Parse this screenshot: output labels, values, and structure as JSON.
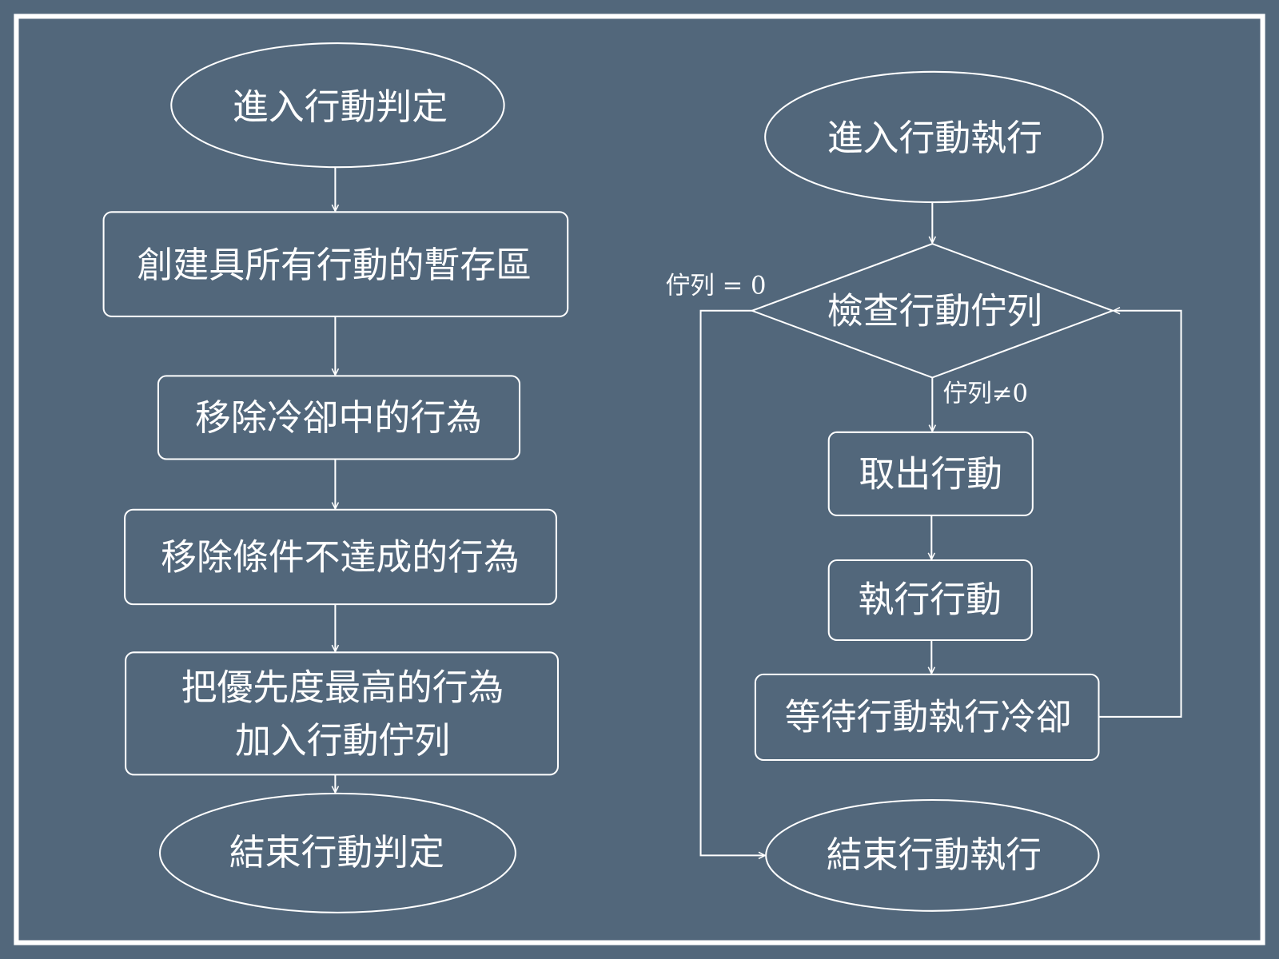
{
  "left_flow": {
    "start": "進入行動判定",
    "step1": "創建具所有行動的暫存區",
    "step2": "移除冷卻中的行為",
    "step3": "移除條件不達成的行為",
    "step4_line1": "把優先度最高的行為",
    "step4_line2": "加入行動佇列",
    "end": "結束行動判定"
  },
  "right_flow": {
    "start": "進入行動執行",
    "decision": "檢查行動佇列",
    "label_empty": "佇列 = 0",
    "label_nonempty": "佇列≠0",
    "step1": "取出行動",
    "step2": "執行行動",
    "step3": "等待行動執行冷卻",
    "end": "結束行動執行"
  },
  "colors": {
    "background": "#52677b",
    "stroke": "#ffffff"
  }
}
